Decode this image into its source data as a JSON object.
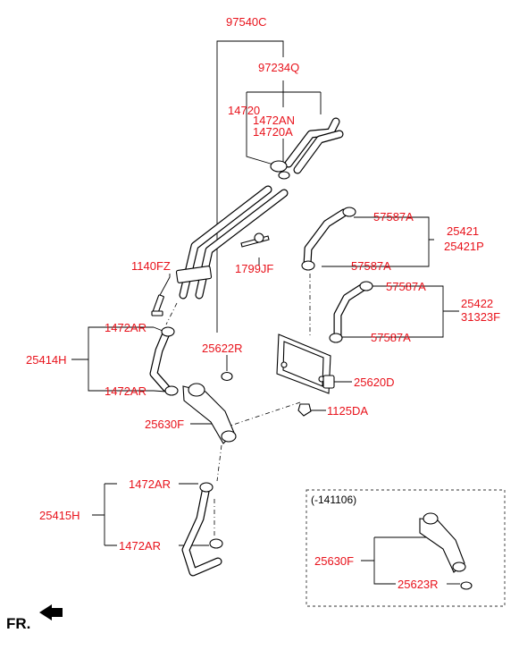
{
  "labels": {
    "l97540C": "97540C",
    "l97234Q": "97234Q",
    "l14720": "14720",
    "l1472AN": "1472AN",
    "l14720A": "14720A",
    "l57587A_1": "57587A",
    "l25421": "25421",
    "l25421P": "25421P",
    "l1140FZ": "1140FZ",
    "l1799JF": "1799JF",
    "l57587A_2": "57587A",
    "l57587A_3": "57587A",
    "l25422": "25422",
    "l31323F": "31323F",
    "l1472AR_1": "1472AR",
    "l57587A_4": "57587A",
    "l25622R": "25622R",
    "l25414H": "25414H",
    "l25620D": "25620D",
    "l1472AR_2": "1472AR",
    "l1125DA": "1125DA",
    "l25630F_1": "25630F",
    "l1472AR_3": "1472AR",
    "l25415H": "25415H",
    "l1472AR_4": "1472AR",
    "l25630F_2": "25630F",
    "l25623R": "25623R"
  },
  "inset_note": "(-141106)",
  "direction_label": "FR.",
  "colors": {
    "label": "#e8121b",
    "line": "#000000"
  }
}
